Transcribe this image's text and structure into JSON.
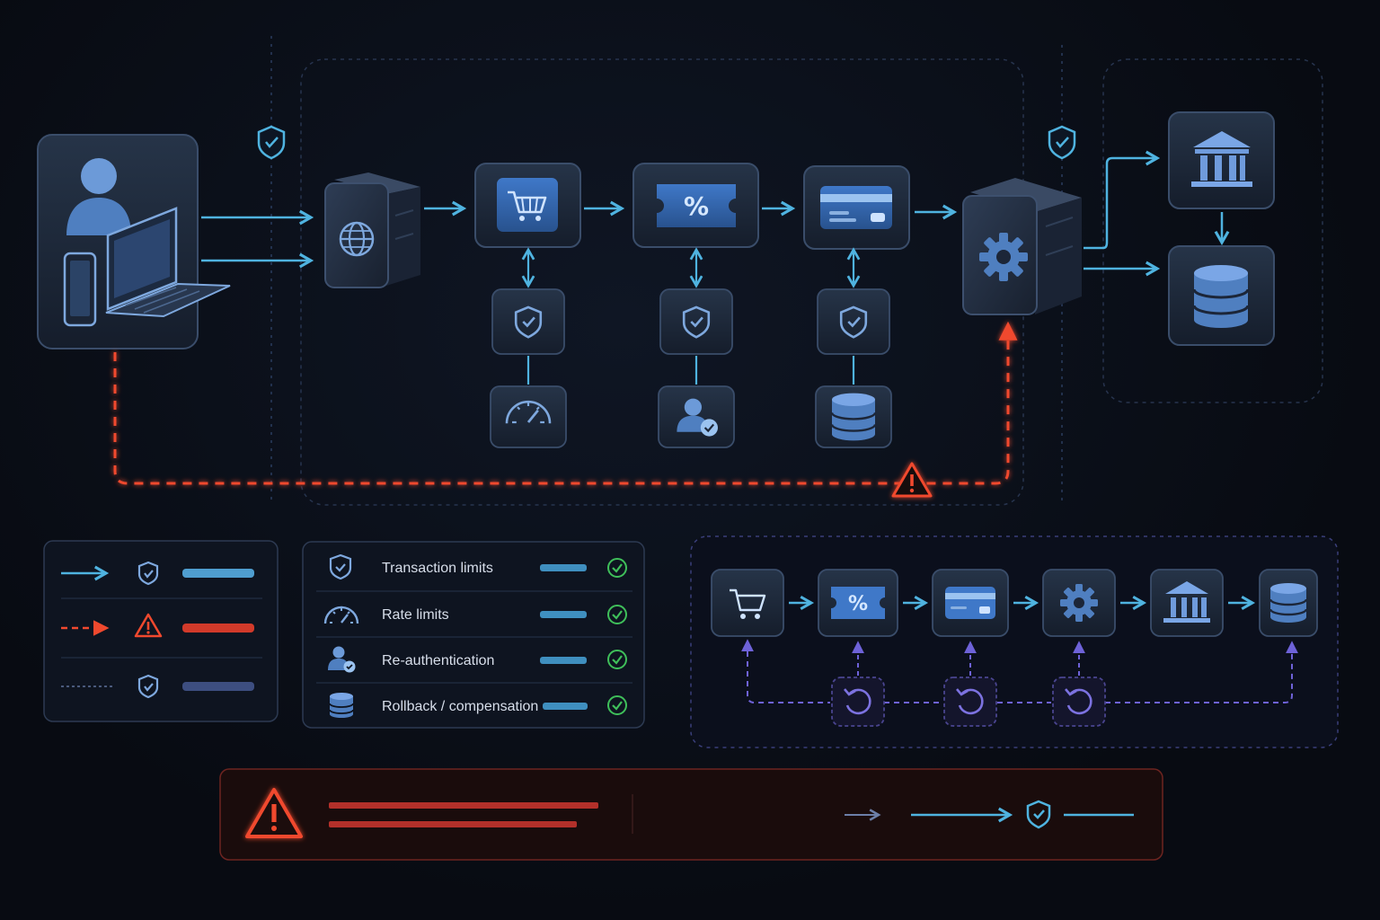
{
  "controls": {
    "items": [
      {
        "label": "Transaction limits",
        "icon": "shield-check-icon",
        "status": "check-circle-icon"
      },
      {
        "label": "Rate limits",
        "icon": "gauge-icon",
        "status": "check-circle-icon"
      },
      {
        "label": "Re-authentication",
        "icon": "user-check-icon",
        "status": "check-circle-icon"
      },
      {
        "label": "Rollback / compensation",
        "icon": "database-icon",
        "status": "check-circle-icon"
      }
    ]
  },
  "flow": {
    "main_chain": [
      "globe-icon",
      "cart-icon",
      "coupon-icon",
      "card-icon",
      "gear-icon"
    ],
    "guards": [
      "shield-check-icon",
      "shield-check-icon",
      "shield-check-icon"
    ],
    "checks": [
      "gauge-icon",
      "user-check-icon",
      "database-icon"
    ],
    "backend": [
      "bank-icon",
      "database-icon"
    ],
    "saga_chain": [
      "cart-icon",
      "coupon-icon",
      "card-icon",
      "gear-icon",
      "bank-icon",
      "database-icon"
    ],
    "rollback": [
      "undo-icon",
      "undo-icon",
      "undo-icon"
    ]
  },
  "colors": {
    "background": "#080b12",
    "flow": "#4fb3e0",
    "alert": "#f0492e",
    "compensation": "#6e62d8",
    "success": "#3fbf5a",
    "icon": "#6ea8ec"
  }
}
